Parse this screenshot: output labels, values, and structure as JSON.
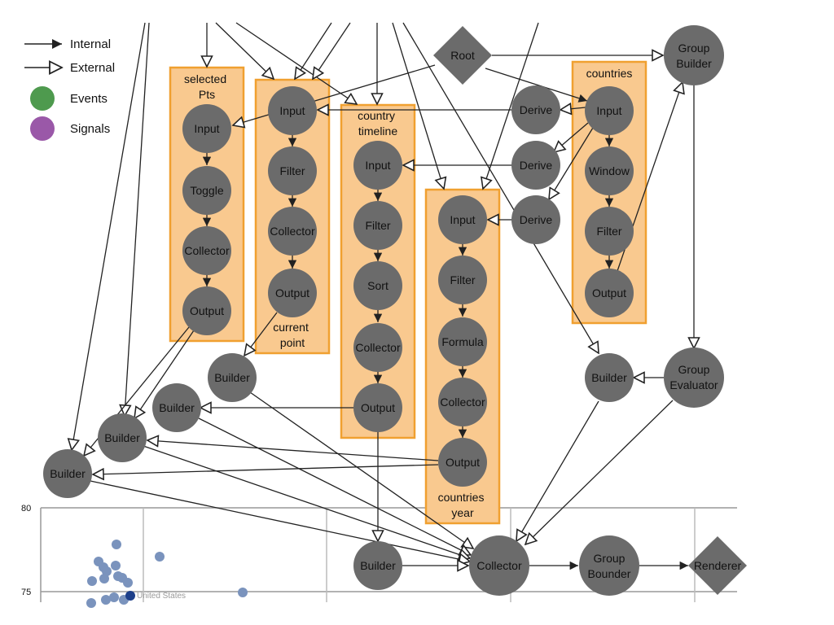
{
  "legend": {
    "internal": "Internal",
    "external": "External",
    "events": "Events",
    "signals": "Signals",
    "events_color": "#4e9a4e",
    "signals_color": "#9a58a8"
  },
  "colors": {
    "node": "#6b6b6b",
    "group_fill": "#f9c98f",
    "group_stroke": "#f0a030",
    "edge": "#222222",
    "scatter_point": "#7a93bd",
    "highlight_point": "#1d3f8a"
  },
  "groups": {
    "selected_pts": "selected\nPts",
    "current_point": "current\npoint",
    "country_timeline": "country\ntimeline",
    "countries_year": "countries\nyear",
    "countries": "countries"
  },
  "nodes": {
    "root": "Root",
    "group_builder": "Group\nBuilder",
    "group_evaluator": "Group\nEvaluator",
    "group_bounder": "Group\nBounder",
    "renderer": "Renderer",
    "collector_main": "Collector",
    "builder_bottom": "Builder",
    "builder_a": "Builder",
    "builder_b": "Builder",
    "builder_c": "Builder",
    "builder_d": "Builder",
    "builder_right": "Builder",
    "derive_1": "Derive",
    "derive_2": "Derive",
    "derive_3": "Derive",
    "sp_input": "Input",
    "sp_toggle": "Toggle",
    "sp_collector": "Collector",
    "sp_output": "Output",
    "cp_input": "Input",
    "cp_filter": "Filter",
    "cp_collector": "Collector",
    "cp_output": "Output",
    "ct_input": "Input",
    "ct_filter": "Filter",
    "ct_sort": "Sort",
    "ct_collector": "Collector",
    "ct_output": "Output",
    "cy_input": "Input",
    "cy_filter": "Filter",
    "cy_formula": "Formula",
    "cy_collector": "Collector",
    "cy_output": "Output",
    "co_input": "Input",
    "co_window": "Window",
    "co_filter": "Filter",
    "co_output": "Output"
  },
  "background_chart": {
    "y_ticks": [
      "80",
      "75"
    ],
    "point_label": "United States"
  }
}
